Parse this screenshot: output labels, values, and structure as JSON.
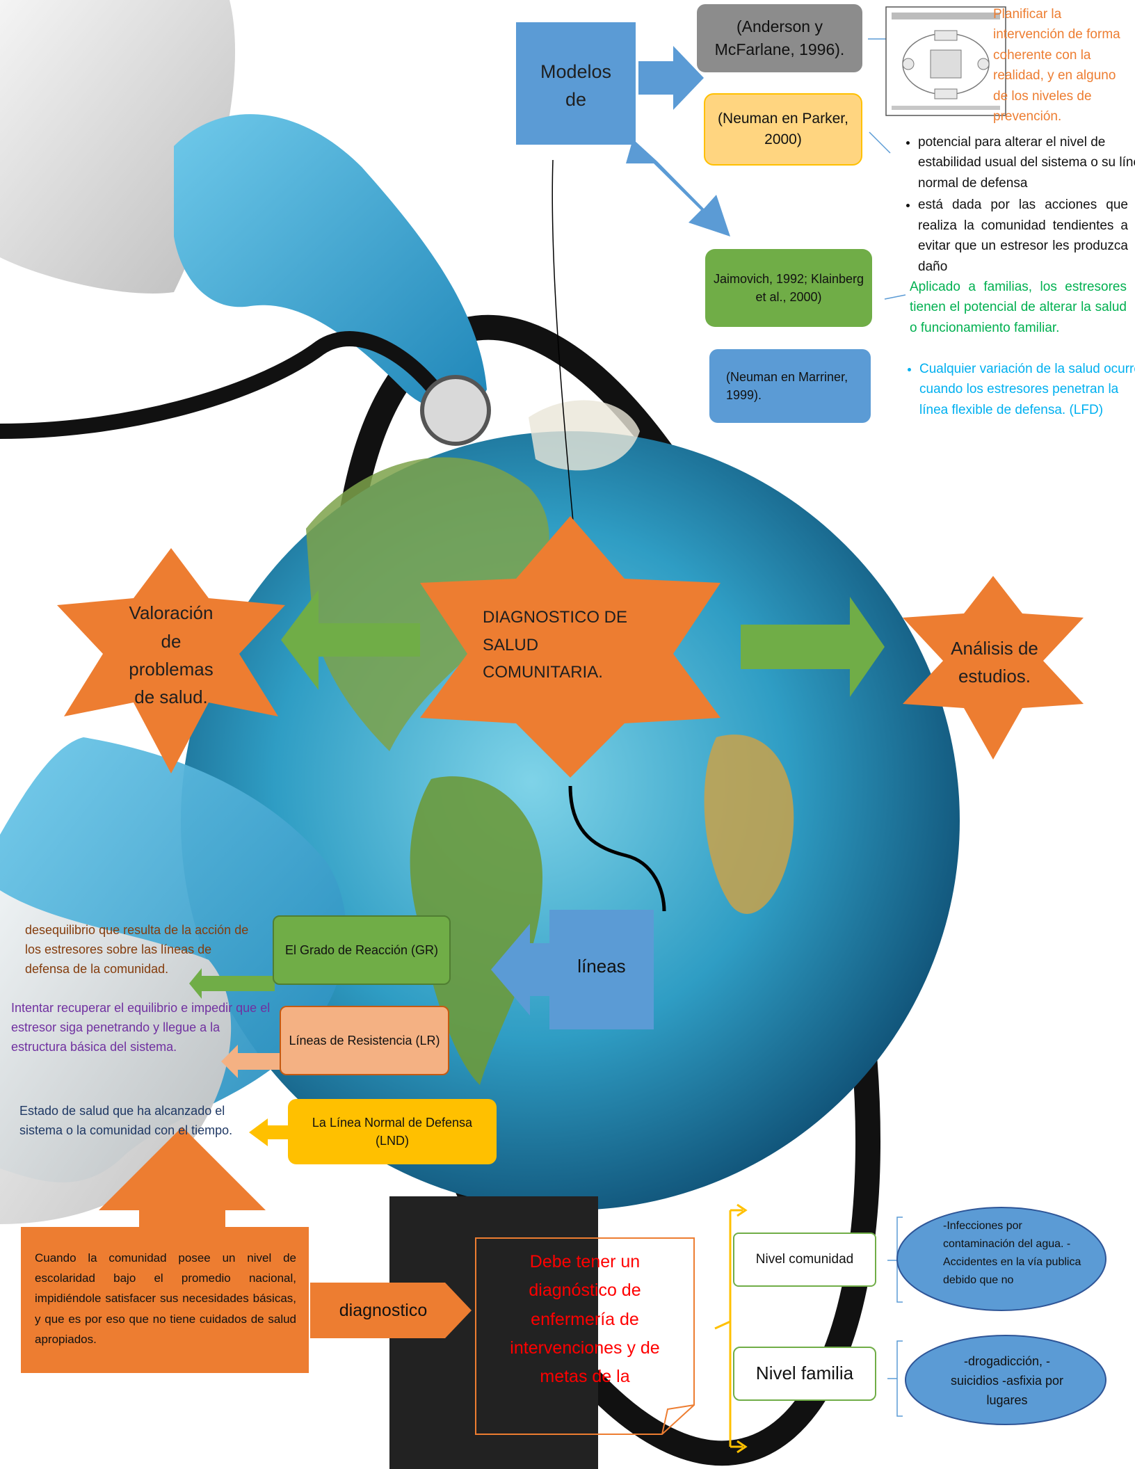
{
  "models": {
    "title": "Modelos de",
    "anderson": "(Anderson y McFarlane,  1996).",
    "anderson_note": "Planificar la intervención de forma coherente con la realidad, y en alguno de los niveles de prevención.",
    "neuman_parker": "(Neuman en Parker, 2000)",
    "neuman_parker_points": [
      "potencial para alterar el nivel de estabilidad usual del sistema o su línea normal de defensa",
      "está dada  por  las  acciones  que  realiza  la comunidad tendientes  a  evitar  que  un estresor  les  produzca  daño"
    ],
    "jaimovich": "Jaimovich,  1992; Klainberg  et  al., 2000)",
    "jaimovich_note": "Aplicado  a  familias,  los  estresores tienen  el potencial  de  alterar  la salud  o  funcionamiento  familiar.",
    "neuman_marriner": "(Neuman en Marriner, 1999).",
    "neuman_marriner_note": "Cualquier variación de la salud ocurre cuando los estresores penetran la línea flexible de defensa. (LFD)"
  },
  "center": {
    "title": "DIAGNOSTICO DE SALUD COMUNITARIA."
  },
  "left_star": "Valoración de problemas de salud.",
  "right_star": "Análisis de estudios.",
  "lineas": {
    "label": "líneas",
    "gr": "El Grado de Reacción (GR)",
    "gr_note": "desequilibrio que resulta de la acción de los estresores sobre las líneas  de defensa  de  la  comunidad.",
    "lr": "Líneas de Resistencia (LR)",
    "lr_note": "Intentar recuperar el equilibrio e impedir que el estresor siga penetrando y llegue a la estructura básica del sistema.",
    "lnd": "La Línea Normal de Defensa (LND)",
    "lnd_note": "Estado de salud que ha alcanzado el sistema o la comunidad con el tiempo."
  },
  "bottom": {
    "community_text": "Cuando la comunidad posee  un  nivel  de escolaridad  bajo  el  promedio  nacional, impidiéndole  satisfacer  sus  necesidades básicas, y que es por eso que no tiene cuidados de salud apropiados.",
    "diagnostico": "diagnostico",
    "note": "Debe tener un diagnóstico de enfermería de intervenciones y de metas de la",
    "nivel_comunidad": "Nivel comunidad",
    "comunidad_items": "-Infecciones por contaminación del agua. -Accidentes en la vía publica debido que no",
    "nivel_familia": "Nivel familia",
    "familia_items": "-drogadicción, -suicidios -asfixia por lugares"
  },
  "colors": {
    "blue": "#5b9bd5",
    "orange": "#ed7d31",
    "green": "#70ad47",
    "gray": "#8c8c8c",
    "yellow_light": "#ffd580",
    "salmon": "#f4b183",
    "gold": "#ffc000",
    "note_orange": "#ed7d31",
    "note_green": "#00b050",
    "note_cyan": "#00b0f0",
    "note_purple": "#7030a0",
    "note_brown": "#843c0c",
    "note_navy": "#1f3864",
    "note_red": "#ff0000"
  }
}
